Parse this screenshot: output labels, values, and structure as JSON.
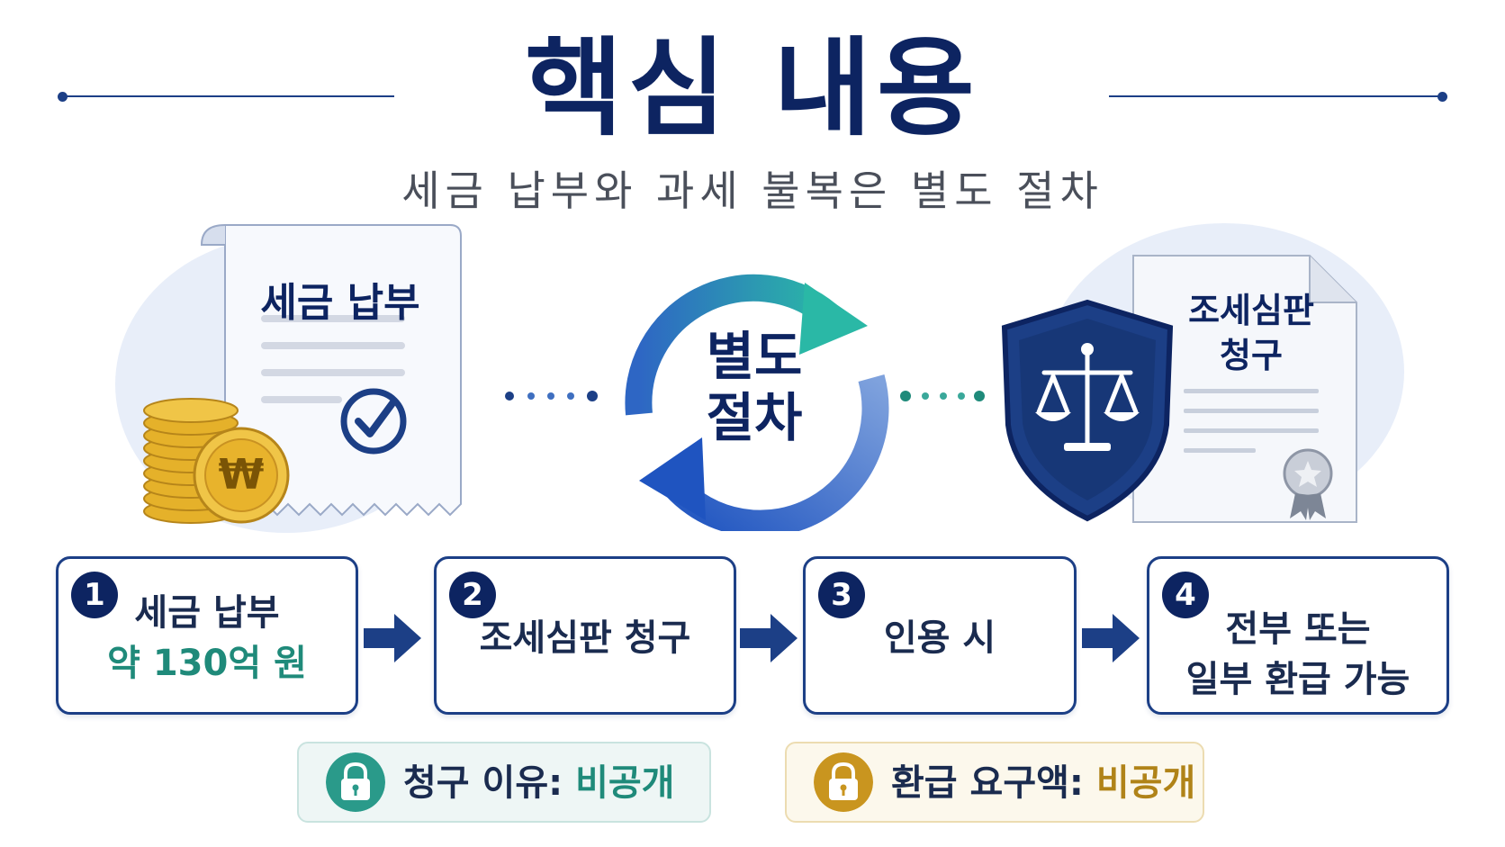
{
  "header": {
    "title": "핵심 내용",
    "subtitle": "세금 납부와 과세 불복은 별도 절차"
  },
  "illustrations": {
    "receipt_title": "세금 납부",
    "coin_symbol": "₩",
    "center_line1": "별도",
    "center_line2": "절차",
    "document_line1": "조세심판",
    "document_line2": "청구"
  },
  "steps": [
    {
      "number": "1",
      "line1": "세금 납부",
      "line2": "약 130억 원"
    },
    {
      "number": "2",
      "line1": "조세심판 청구"
    },
    {
      "number": "3",
      "line1": "인용 시"
    },
    {
      "number": "4",
      "line1": "전부 또는",
      "line2": "일부 환급 가능"
    }
  ],
  "badges": {
    "reason": {
      "label": "청구 이유: ",
      "value": "비공개"
    },
    "refund": {
      "label": "환급 요구액: ",
      "value": "비공개"
    }
  },
  "colors": {
    "navy": "#0d2461",
    "teal": "#1f8a7a",
    "gold": "#b08318",
    "blob": "#e8eef9"
  }
}
